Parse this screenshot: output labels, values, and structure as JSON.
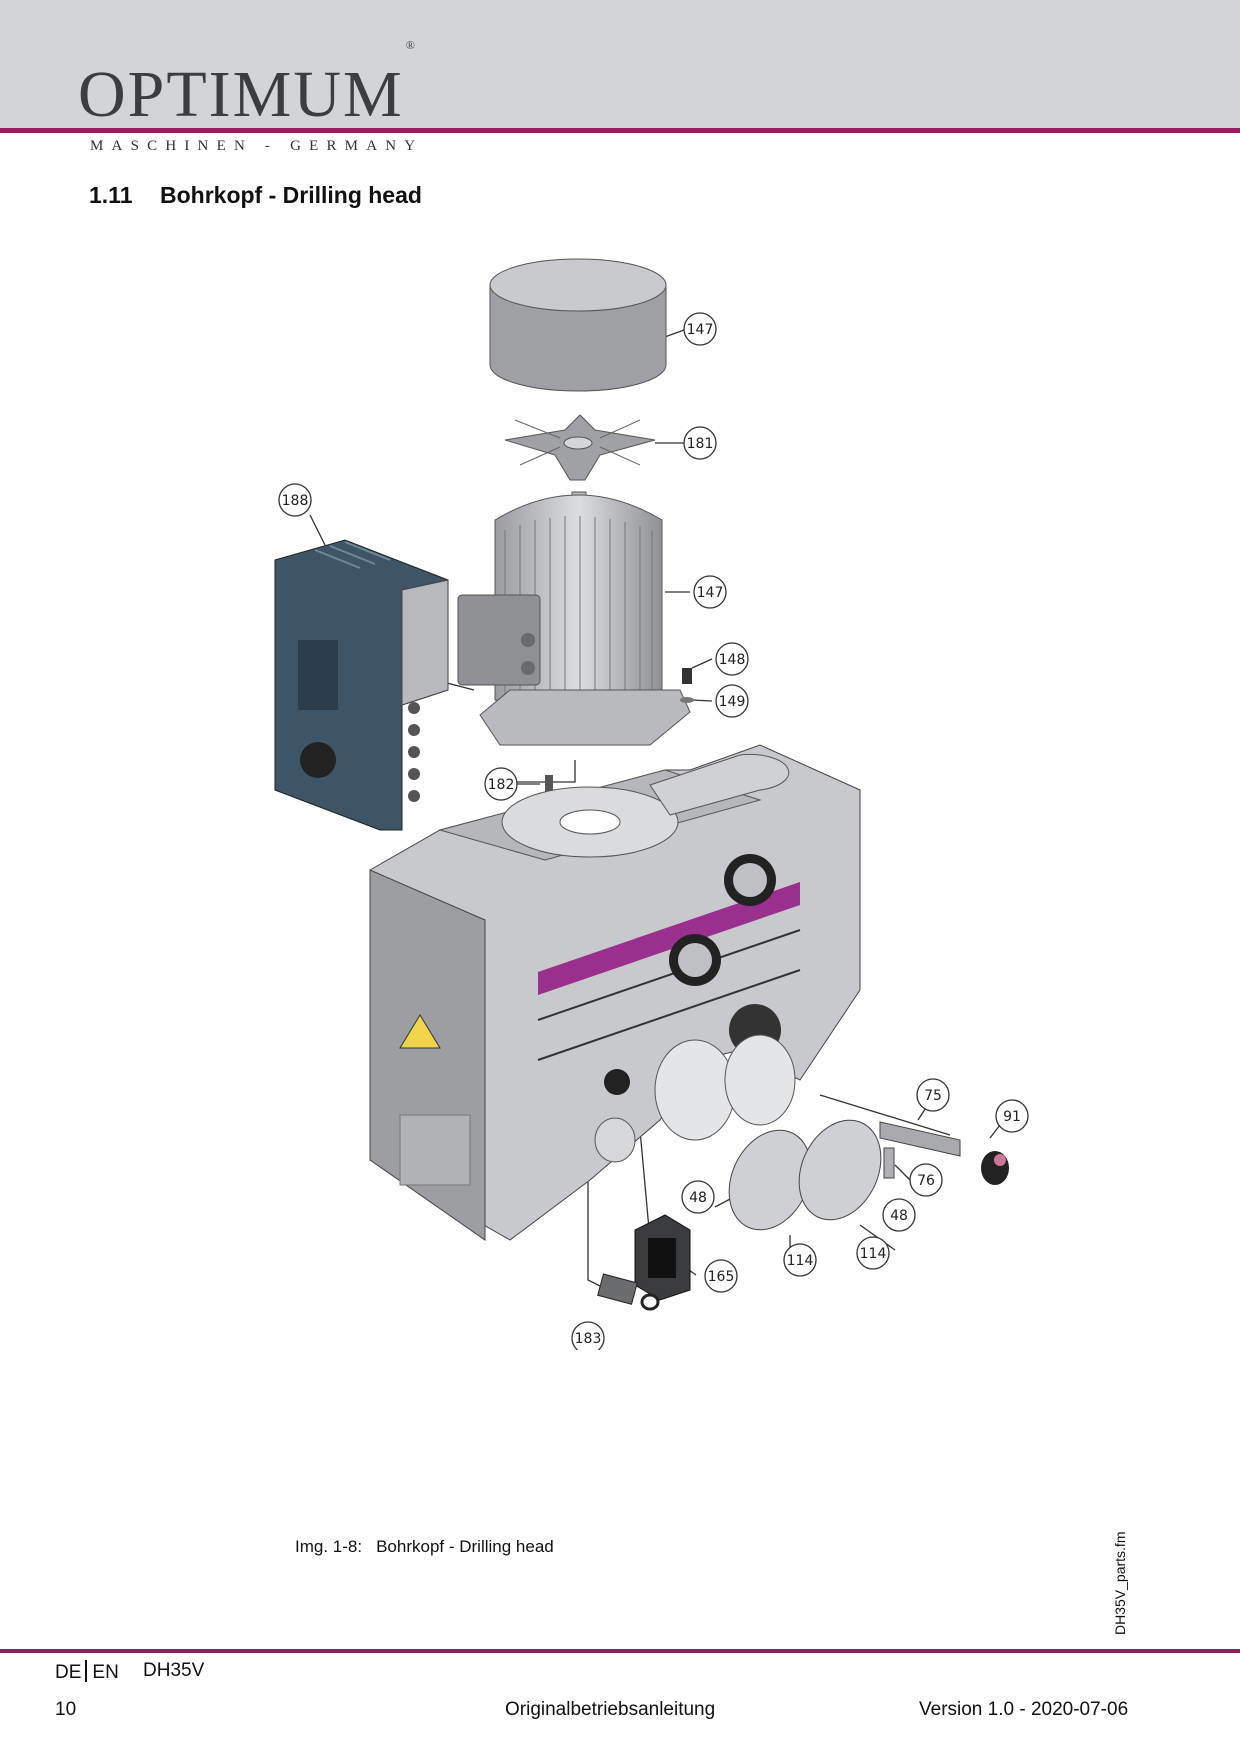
{
  "header": {
    "logo_text": "OPTIMUM",
    "logo_mark": "®",
    "tagline": "MASCHINEN - GERMANY",
    "accent_color": "#8e1f5f"
  },
  "section": {
    "number": "1.11",
    "title": "Bohrkopf - Drilling head"
  },
  "figure": {
    "callouts": {
      "c147a": "147",
      "c181": "181",
      "c188": "188",
      "c147b": "147",
      "c148": "148",
      "c149": "149",
      "c182": "182",
      "c75": "75",
      "c91": "91",
      "c76": "76",
      "c48a": "48",
      "c48b": "48",
      "c114a": "114",
      "c114b": "114",
      "c165": "165",
      "c183": "183"
    }
  },
  "caption": {
    "label": "Img. 1-8:",
    "text": "Bohrkopf - Drilling head"
  },
  "side_file": "DH35V_parts.fm",
  "footer": {
    "lang_de": "DE",
    "lang_en": "EN",
    "model": "DH35V",
    "page": "10",
    "manual": "Originalbetriebsanleitung",
    "version": "Version 1.0 - 2020-07-06"
  }
}
